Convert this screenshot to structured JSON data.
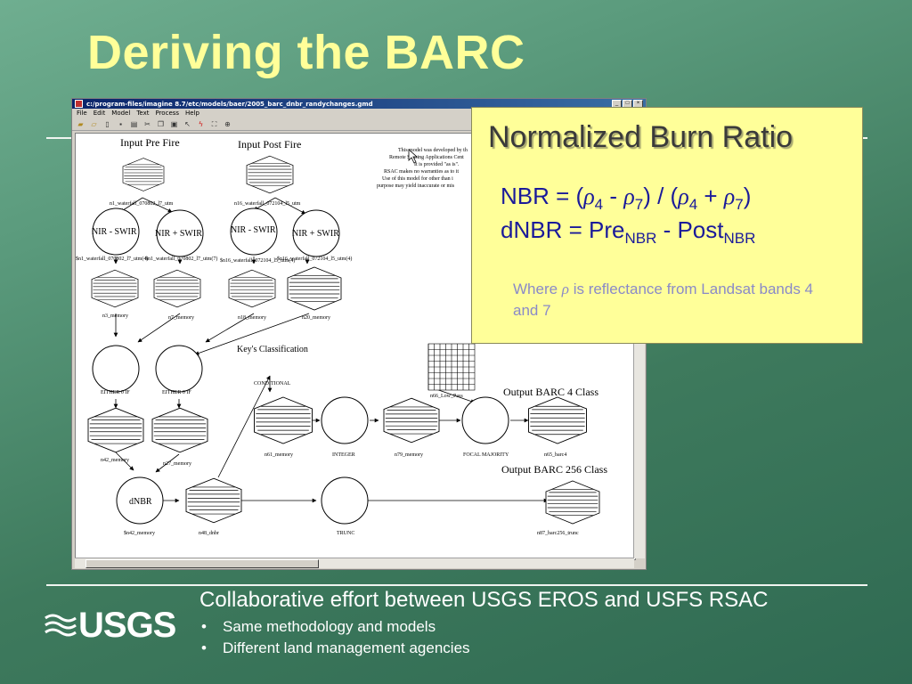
{
  "slide": {
    "title": "Deriving the BARC",
    "footer_heading": "Collaborative effort between USGS EROS and USFS RSAC",
    "bullets": [
      "Same methodology and models",
      "Different land management agencies"
    ],
    "logo_text": "USGS"
  },
  "window": {
    "title": "c:/program-files/imagine 8.7/etc/models/baer/2005_barc_dnbr_randychanges.gmd",
    "menu": [
      "File",
      "Edit",
      "Model",
      "Text",
      "Process",
      "Help"
    ],
    "toolbar_icons": [
      "open-folder-icon",
      "open-icon",
      "new-icon",
      "save-icon",
      "print-icon",
      "cut-icon",
      "copy-icon",
      "paste-icon",
      "select-arrow-icon",
      "run-lightning-icon",
      "zoom-fit-icon",
      "zoom-in-icon"
    ]
  },
  "model": {
    "headings": {
      "input_pre": "Input Pre Fire",
      "input_post": "Input Post Fire",
      "key_class": "Key's Classification",
      "out4": "Output BARC 4 Class",
      "out256": "Output BARC 256 Class"
    },
    "disclaimer": [
      "This model was developed by th",
      "Remote Sensing Applications Cent",
      "It is provided \"as is\".",
      "RSAC makes no warranties as to it",
      "Use of this model for other than i",
      "purpose may yield inaccurate or mis"
    ],
    "labels": {
      "n1": "n1_waterfall_070802_l7_utm",
      "n16": "n16_waterfall_072104_l5_utm",
      "f_nir1": "NIR - SWIR",
      "f_plus1": "NIR + SWIR",
      "f_nir2": "NIR - SWIR",
      "f_plus2": "NIR + SWIR",
      "bus1": "$n1_waterfall_070802_l7_utm(4)",
      "bus2": "$n1_waterfall_070802_l7_utm(7)",
      "bus3": "$n16_waterfall_072104_l5_utm(4)",
      "bus4": "$n16_waterfall_072104_l5_utm(4)",
      "n3": "n3_memory",
      "n7": "n7_memory",
      "n18": "n18_memory",
      "n20": "n20_memory",
      "either1": "EITHER 0 IF",
      "either2": "EITHER 0 IF",
      "conditional": "CONDITIONAL",
      "n66": "n66_Low_Pass",
      "n42": "n42_memory",
      "n27": "n27_memory",
      "n61": "n61_memory",
      "integer": "INTEGER",
      "n79": "n79_memory",
      "focal": "FOCAL MAJORITY",
      "n65": "n65_barc4",
      "dnbr": "dNBR",
      "n42b": "$n42_memory",
      "n48": "n48_dnbr",
      "trunc": "TRUNC",
      "n87": "n87_barc256_trunc"
    }
  },
  "callout": {
    "title": "Normalized Burn Ratio",
    "nbr": {
      "a": "NBR = (",
      "rho": "ρ",
      "s4": "4",
      "minus": " - ",
      "s7": "7",
      "mid": ") / (",
      "plus": " + ",
      "end": ")"
    },
    "dnbr": {
      "a": "dNBR = Pre",
      "sub1": "NBR",
      "b": " - Post",
      "sub2": "NBR"
    },
    "note": {
      "a": "Where ",
      "rho": "ρ",
      "b": " is reflectance from Landsat bands 4 and 7"
    }
  },
  "colors": {
    "title": "#ffff99",
    "callout_bg": "#ffff99",
    "formula": "#1a1a9a",
    "note": "#8a8ac8"
  }
}
